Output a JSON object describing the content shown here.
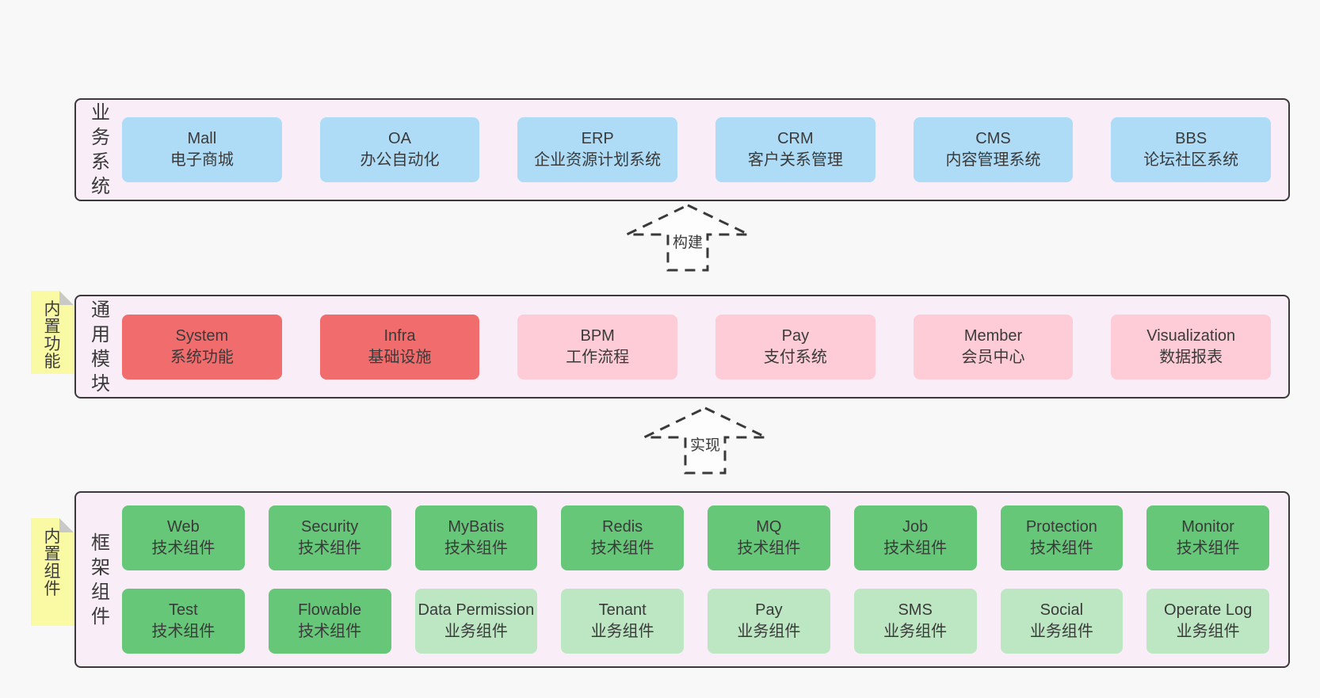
{
  "colors": {
    "page_bg": "#f8f8f8",
    "panel_bg": "#f9eef7",
    "panel_border": "#3a3a3a",
    "blue_box": "#aedcf7",
    "red_box": "#f16c6c",
    "pink_box": "#fdccd6",
    "green_box": "#66c778",
    "light_green_box": "#bde6c3",
    "sticky_note": "#fafaa5",
    "sticky_fold": "#c9c9c9",
    "text": "#3a3a3a"
  },
  "sections": {
    "business": {
      "label": "业务系统",
      "boxes": [
        {
          "title": "Mall",
          "subtitle": "电子商城"
        },
        {
          "title": "OA",
          "subtitle": "办公自动化"
        },
        {
          "title": "ERP",
          "subtitle": "企业资源计划系统"
        },
        {
          "title": "CRM",
          "subtitle": "客户关系管理"
        },
        {
          "title": "CMS",
          "subtitle": "内容管理系统"
        },
        {
          "title": "BBS",
          "subtitle": "论坛社区系统"
        }
      ]
    },
    "modules": {
      "label": "通用模块",
      "sticky_tab": "内置功能",
      "boxes": [
        {
          "title": "System",
          "subtitle": "系统功能",
          "style": "red"
        },
        {
          "title": "Infra",
          "subtitle": "基础设施",
          "style": "red"
        },
        {
          "title": "BPM",
          "subtitle": "工作流程",
          "style": "pink"
        },
        {
          "title": "Pay",
          "subtitle": "支付系统",
          "style": "pink"
        },
        {
          "title": "Member",
          "subtitle": "会员中心",
          "style": "pink"
        },
        {
          "title": "Visualization",
          "subtitle": "数据报表",
          "style": "pink"
        }
      ]
    },
    "framework": {
      "label": "框架组件",
      "sticky_tab": "内置组件",
      "row1": [
        {
          "title": "Web",
          "subtitle": "技术组件"
        },
        {
          "title": "Security",
          "subtitle": "技术组件"
        },
        {
          "title": "MyBatis",
          "subtitle": "技术组件"
        },
        {
          "title": "Redis",
          "subtitle": "技术组件"
        },
        {
          "title": "MQ",
          "subtitle": "技术组件"
        },
        {
          "title": "Job",
          "subtitle": "技术组件"
        },
        {
          "title": "Protection",
          "subtitle": "技术组件"
        },
        {
          "title": "Monitor",
          "subtitle": "技术组件"
        }
      ],
      "row2": [
        {
          "title": "Test",
          "subtitle": "技术组件",
          "style": "green"
        },
        {
          "title": "Flowable",
          "subtitle": "技术组件",
          "style": "green"
        },
        {
          "title": "Data Permission",
          "subtitle": "业务组件",
          "style": "light_green"
        },
        {
          "title": "Tenant",
          "subtitle": "业务组件",
          "style": "light_green"
        },
        {
          "title": "Pay",
          "subtitle": "业务组件",
          "style": "light_green"
        },
        {
          "title": "SMS",
          "subtitle": "业务组件",
          "style": "light_green"
        },
        {
          "title": "Social",
          "subtitle": "业务组件",
          "style": "light_green"
        },
        {
          "title": "Operate Log",
          "subtitle": "业务组件",
          "style": "light_green"
        }
      ]
    }
  },
  "arrows": {
    "build": "构建",
    "implement": "实现"
  }
}
